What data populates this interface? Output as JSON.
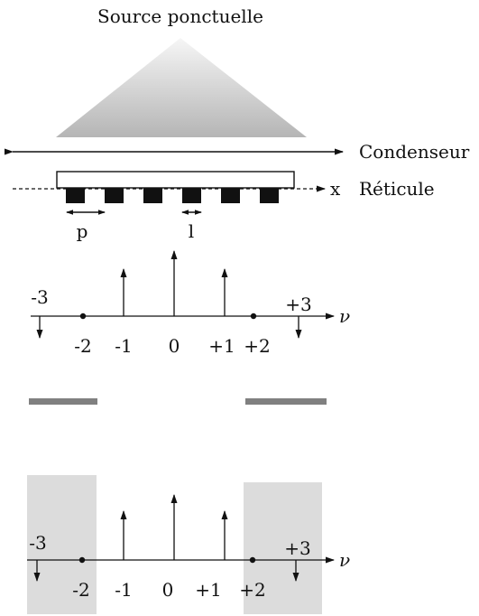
{
  "labels": {
    "source": "Source ponctuelle",
    "condenser": "Condenseur",
    "reticle": "Réticule",
    "x_axis": "x",
    "period": "p",
    "width": "l",
    "nu": "ν"
  },
  "spectrum_top": {
    "orders": [
      "-3",
      "-2",
      "-1",
      "0",
      "+1",
      "+2",
      "+3"
    ]
  },
  "spectrum_bottom": {
    "orders": [
      "-3",
      "-2",
      "-1",
      "0",
      "+1",
      "+2",
      "+3"
    ]
  },
  "colors": {
    "ink": "#111111",
    "mask_bar": "#808080",
    "mask_zone": "#dddddd",
    "cone_light": "#f4f4f4",
    "cone_dark": "#b8b8b8"
  }
}
